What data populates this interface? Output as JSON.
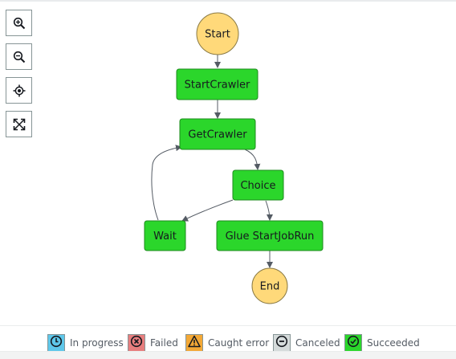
{
  "controls": {
    "zoom_in": "zoom-in-icon",
    "zoom_out": "zoom-out-icon",
    "center": "center-icon",
    "fit": "fit-icon"
  },
  "graph": {
    "nodes": [
      {
        "id": "start",
        "label": "Start",
        "kind": "terminal",
        "color": "#ffd97a"
      },
      {
        "id": "startcrawler",
        "label": "StartCrawler",
        "kind": "task",
        "color": "#2bd62b"
      },
      {
        "id": "getcrawler",
        "label": "GetCrawler",
        "kind": "task",
        "color": "#2bd62b"
      },
      {
        "id": "choice",
        "label": "Choice",
        "kind": "task",
        "color": "#2bd62b"
      },
      {
        "id": "wait",
        "label": "Wait",
        "kind": "task",
        "color": "#2bd62b"
      },
      {
        "id": "gluejob",
        "label": "Glue StartJobRun",
        "kind": "task",
        "color": "#2bd62b"
      },
      {
        "id": "end",
        "label": "End",
        "kind": "terminal",
        "color": "#ffd97a"
      }
    ],
    "edges": [
      [
        "start",
        "startcrawler"
      ],
      [
        "startcrawler",
        "getcrawler"
      ],
      [
        "getcrawler",
        "choice"
      ],
      [
        "choice",
        "wait"
      ],
      [
        "choice",
        "gluejob"
      ],
      [
        "wait",
        "getcrawler"
      ],
      [
        "gluejob",
        "end"
      ]
    ]
  },
  "legend": {
    "items": [
      {
        "label": "In progress",
        "color": "#5ec7ea",
        "icon": "clock-icon"
      },
      {
        "label": "Failed",
        "color": "#e77e7e",
        "icon": "x-circle-icon"
      },
      {
        "label": "Caught error",
        "color": "#f3a836",
        "icon": "warning-icon"
      },
      {
        "label": "Canceled",
        "color": "#d5dbdb",
        "icon": "minus-circle-icon"
      },
      {
        "label": "Succeeded",
        "color": "#2bd62b",
        "icon": "check-circle-icon"
      }
    ]
  }
}
